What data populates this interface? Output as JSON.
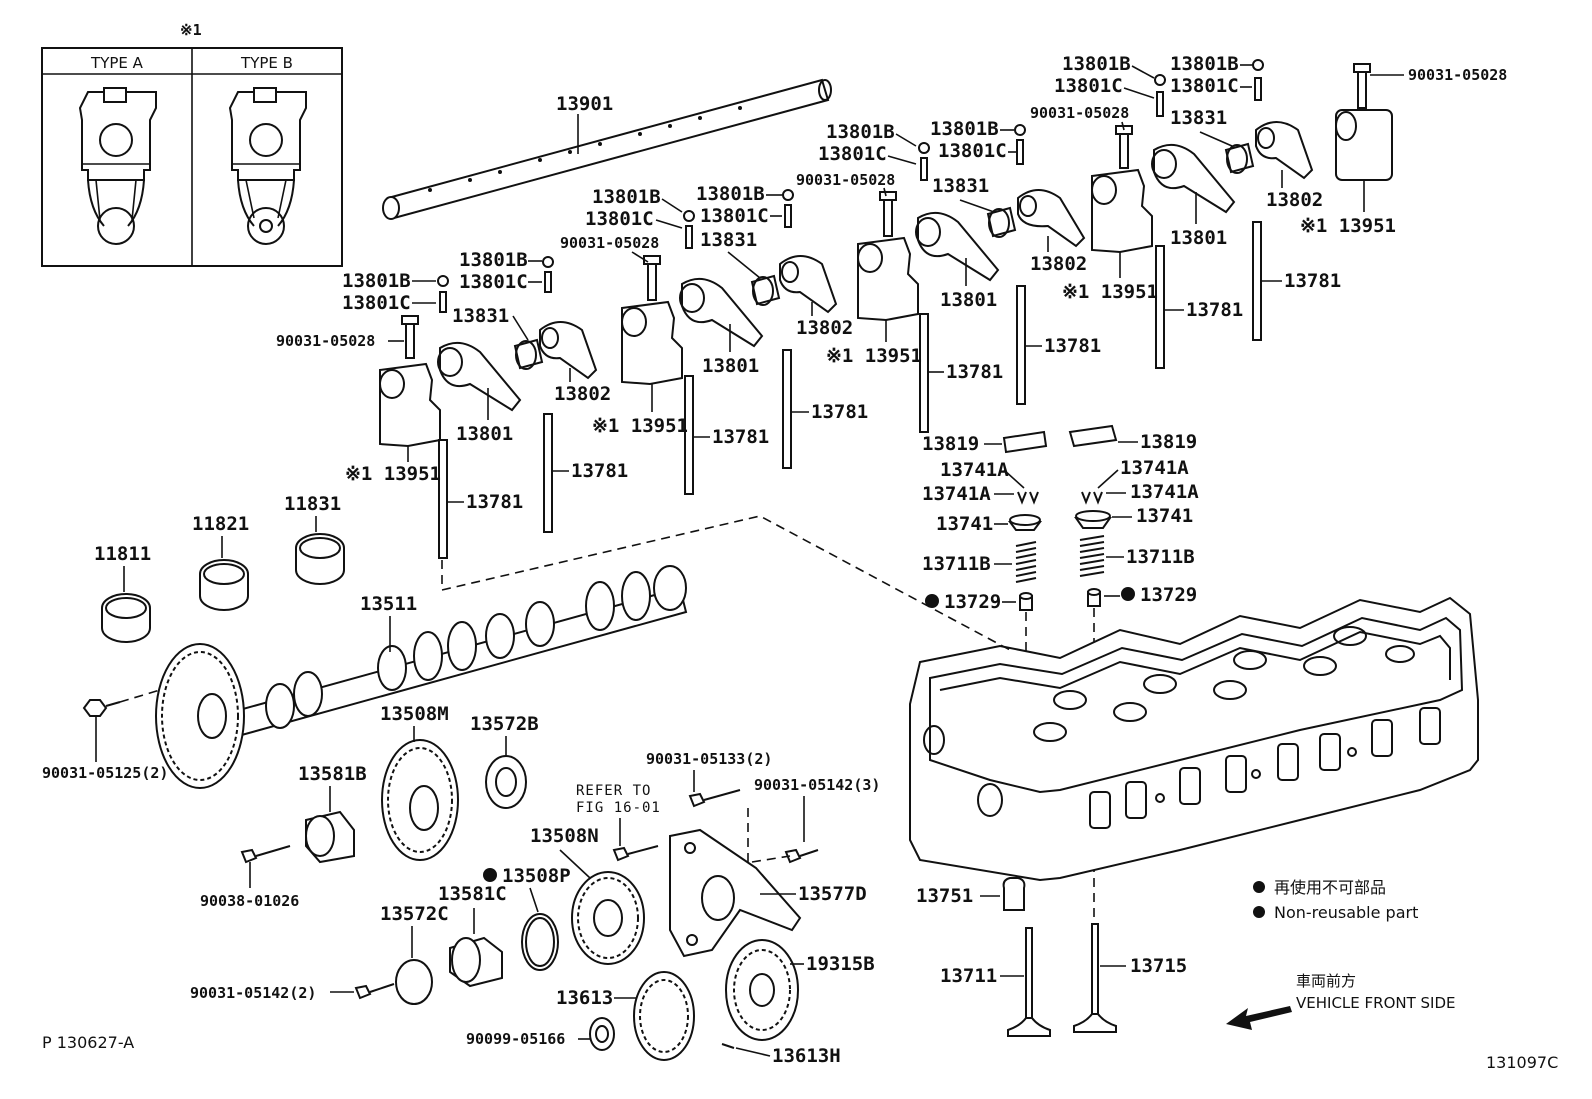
{
  "inset": {
    "note_mark": "※1",
    "type_a": "TYPE A",
    "type_b": "TYPE B"
  },
  "labels": {
    "l13901": "13901",
    "cyl1": {
      "b1": "13801B",
      "c1": "13801C",
      "b2": "13801B",
      "c2": "13801C",
      "bolt": "90031-05028",
      "n13831": "13831",
      "n13801": "13801",
      "n13802": "13802",
      "n13951": "※1 13951",
      "n13781a": "13781",
      "n13781b": "13781"
    },
    "cyl2": {
      "b1": "13801B",
      "c1": "13801C",
      "b2": "13801B",
      "c2": "13801C",
      "bolt": "90031-05028",
      "n13831": "13831",
      "n13801": "13801",
      "n13802": "13802",
      "n13951": "※1 13951",
      "n13781a": "13781",
      "n13781b": "13781"
    },
    "cyl3": {
      "b1": "13801B",
      "c1": "13801C",
      "b2": "13801B",
      "c2": "13801C",
      "bolt": "90031-05028",
      "n13831": "13831",
      "n13801": "13801",
      "n13802": "13802",
      "n13951": "※1 13951",
      "n13781a": "13781",
      "n13781b": "13781"
    },
    "cyl4": {
      "b1": "13801B",
      "c1": "13801C",
      "b2": "13801B",
      "c2": "13801C",
      "bolt": "90031-05028",
      "n13831": "13831",
      "n13801": "13801",
      "n13802": "13802",
      "n13951": "※1 13951",
      "n13781a": "13781",
      "n13781b": "13781"
    },
    "valve": {
      "l13819a": "13819",
      "l13819b": "13819",
      "l13741Aa": "13741A",
      "l13741Ab": "13741A",
      "l13741Ac": "13741A",
      "l13741Ad": "13741A",
      "l13741a": "13741",
      "l13741b": "13741",
      "l13711Ba": "13711B",
      "l13711Bb": "13711B",
      "l13729a": "13729",
      "l13729b": "13729",
      "l13751": "13751",
      "l13711": "13711",
      "l13715": "13715"
    },
    "cam": {
      "l11811": "11811",
      "l11821": "11821",
      "l11831": "11831",
      "l13511": "13511",
      "l90031_05125": "90031-05125(2)",
      "l13508M": "13508M",
      "l13572B": "13572B",
      "l13581B": "13581B",
      "l90038": "90038-01026",
      "l13508N": "13508N",
      "l13508P": "13508P",
      "l13581C": "13581C",
      "l13572C": "13572C",
      "l90031_05142_2": "90031-05142(2)",
      "l13613": "13613",
      "l90099": "90099-05166",
      "l13613H": "13613H",
      "l19315B": "19315B",
      "l13577D": "13577D",
      "l90031_05133": "90031-05133(2)",
      "l90031_05142_3": "90031-05142(3)",
      "refer1": "REFER TO",
      "refer2": "FIG 16-01"
    }
  },
  "legend": {
    "jp": "再使用不可部品",
    "en": "Non-reusable part"
  },
  "front": {
    "jp": "車両前方",
    "en": "VEHICLE FRONT SIDE"
  },
  "footer": {
    "left": "P 130627-A",
    "right": "131097C"
  }
}
